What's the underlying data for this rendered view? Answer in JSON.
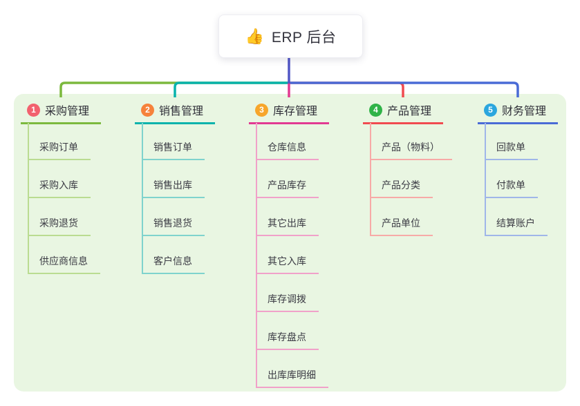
{
  "root": {
    "label": "ERP 后台",
    "icon": "thumbs-up-icon",
    "icon_char": "👍"
  },
  "branches": [
    {
      "index": "1",
      "label": "采购管理",
      "color": "#7cb93e",
      "light_color": "#badc91",
      "badge_color": "#f2616e",
      "children": [
        "采购订单",
        "采购入库",
        "采购退货",
        "供应商信息"
      ]
    },
    {
      "index": "2",
      "label": "销售管理",
      "color": "#09b3ac",
      "light_color": "#7fd3cd",
      "badge_color": "#f6823b",
      "children": [
        "销售订单",
        "销售出库",
        "销售退货",
        "客户信息"
      ]
    },
    {
      "index": "3",
      "label": "库存管理",
      "color": "#e23a92",
      "light_color": "#f1a1c9",
      "badge_color": "#f7a62b",
      "children": [
        "仓库信息",
        "产品库存",
        "其它出库",
        "其它入库",
        "库存调拨",
        "库存盘点",
        "出库库明细"
      ]
    },
    {
      "index": "4",
      "label": "产品管理",
      "color": "#f04b50",
      "light_color": "#f7aaa7",
      "badge_color": "#2fb347",
      "children": [
        "产品（物料）",
        "产品分类",
        "产品单位"
      ]
    },
    {
      "index": "5",
      "label": "财务管理",
      "color": "#4a6bd6",
      "light_color": "#9fb6e9",
      "badge_color": "#2ba6de",
      "children": [
        "回款单",
        "付款单",
        "结算账户"
      ]
    }
  ],
  "colors": {
    "page_background": "#ffffff",
    "container_background": "#e9f6e2",
    "root_line": "#5156c5",
    "text": "#3b3b44"
  }
}
